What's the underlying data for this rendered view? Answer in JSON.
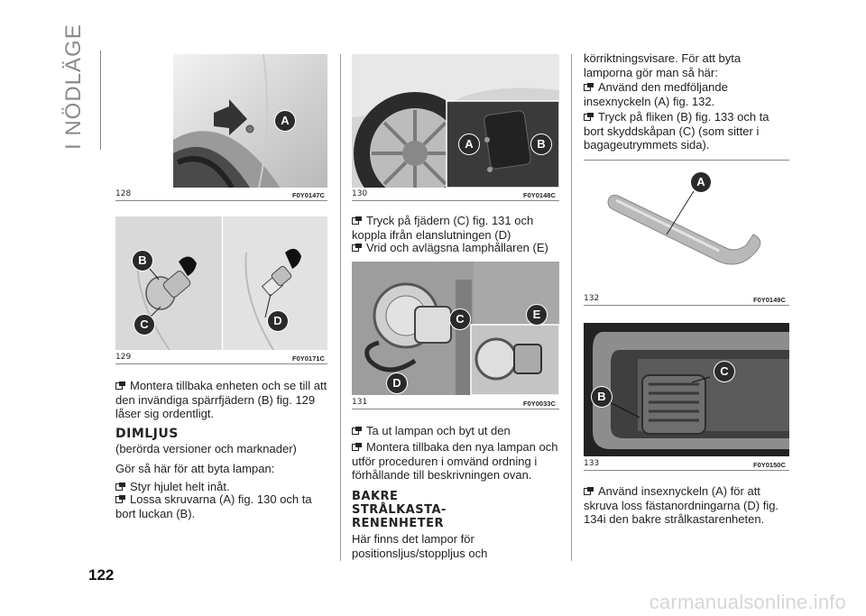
{
  "side_title": "I NÖDLÄGE",
  "page_number": "122",
  "footer_watermark": "carmanualsonline.info",
  "figures": {
    "f128": {
      "num": "128",
      "code": "F0Y0147C",
      "labels": [
        "A"
      ]
    },
    "f129": {
      "num": "129",
      "code": "F0Y0171C",
      "labels": [
        "B",
        "C",
        "D"
      ]
    },
    "f130": {
      "num": "130",
      "code": "F0Y0148C",
      "labels": [
        "A",
        "B"
      ]
    },
    "f131": {
      "num": "131",
      "code": "F0Y0033C",
      "labels": [
        "C",
        "E",
        "D"
      ]
    },
    "f132": {
      "num": "132",
      "code": "F0Y0149C",
      "labels": [
        "A"
      ]
    },
    "f133": {
      "num": "133",
      "code": "F0Y0150C",
      "labels": [
        "C",
        "B"
      ]
    }
  },
  "col1": {
    "bullet1": "Montera tillbaka enheten och se till att den invändiga spärrfjädern (B) fig. 129 låser sig ordentligt.",
    "heading": "DIMLJUS",
    "paren": "(berörda versioner och marknader)",
    "intro": "Gör så här för att byta lampan:",
    "bullet2": "Styr hjulet helt inåt.",
    "bullet3": "Lossa skruvarna (A) fig. 130 och ta bort luckan (B)."
  },
  "col2": {
    "bullet1": "Tryck på fjädern (C) fig. 131 och koppla ifrån elanslutningen (D)",
    "bullet2": "Vrid och avlägsna lamphållaren (E)",
    "bullet3": "Ta ut lampan och byt ut den",
    "bullet4": "Montera tillbaka den nya lampan och utför proceduren i omvänd ordning i förhållande till beskrivningen ovan.",
    "heading_line1": "BAKRE",
    "heading_line2": "STRÅLKASTA-",
    "heading_line3": "RENENHETER",
    "para": "Här finns det lampor för positionsljus/stoppljus och"
  },
  "col3": {
    "para": "körriktningsvisare. För att byta lamporna gör man så här:",
    "bullet1": "Använd den medföljande insexnyckeln (A) fig. 132.",
    "bullet2": "Tryck på fliken (B) fig. 133 och ta bort skyddskåpan (C) (som sitter i bagageutrymmets sida).",
    "bullet3": "Använd insexnyckeln (A) för att skruva loss fästanordningarna (D) fig. 134i den bakre strålkastarenheten."
  }
}
